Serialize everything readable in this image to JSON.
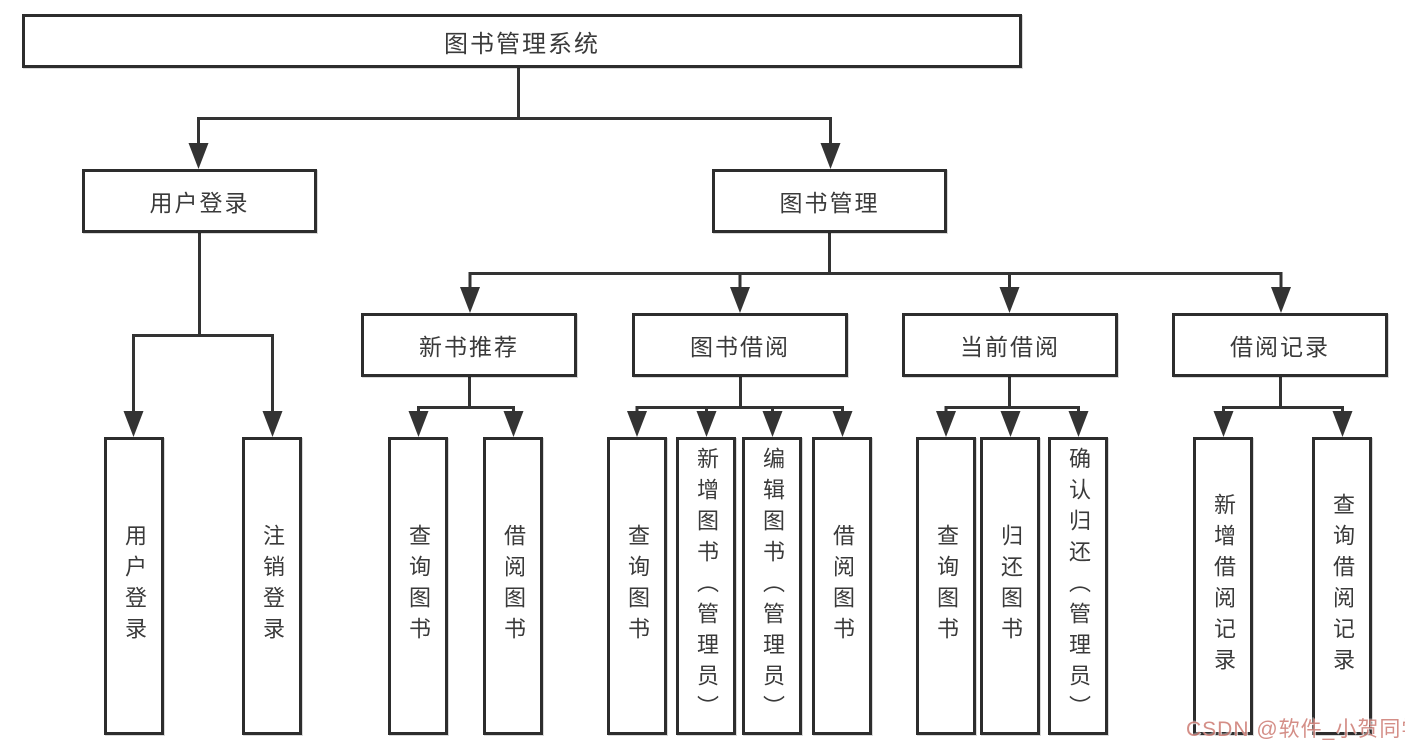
{
  "tree": {
    "root_label": "图书管理系统",
    "branches": [
      {
        "label": "用户登录",
        "leaves": [
          "用户登录",
          "注销登录"
        ]
      },
      {
        "label": "图书管理",
        "groups": [
          {
            "label": "新书推荐",
            "leaves": [
              "查询图书",
              "借阅图书"
            ]
          },
          {
            "label": "图书借阅",
            "leaves": [
              "查询图书",
              "新增图书（管理员）",
              "编辑图书（管理员）",
              "借阅图书"
            ]
          },
          {
            "label": "当前借阅",
            "leaves": [
              "查询图书",
              "归还图书",
              "确认归还（管理员）"
            ]
          },
          {
            "label": "借阅记录",
            "leaves": [
              "新增借阅记录",
              "查询借阅记录"
            ]
          }
        ]
      }
    ]
  },
  "watermark": {
    "text": "CSDN @软件_小贺同学"
  },
  "colors": {
    "line": "#333333",
    "box_border": "#2d2d2d",
    "text": "#3a3a3a",
    "background": "#ffffff",
    "watermark": "#cd7a72"
  }
}
